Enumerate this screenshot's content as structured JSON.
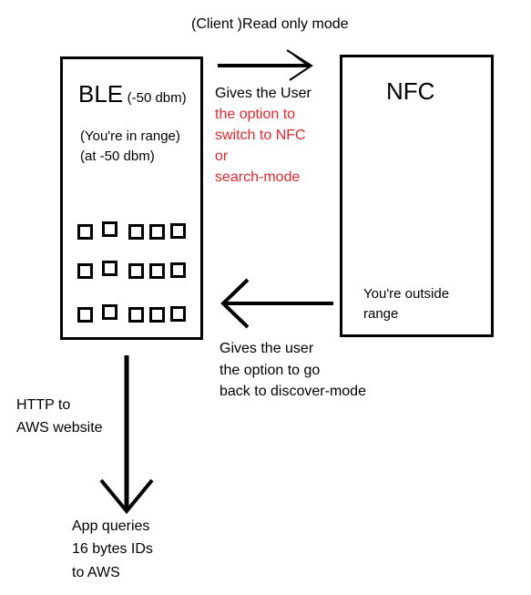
{
  "diagram": {
    "top_label": "(Client )Read only mode",
    "ble": {
      "title": "BLE",
      "signal": "(-50 dbm)",
      "status_line1": "(You're in range)",
      "status_line2": "(at -50 dbm)"
    },
    "nfc": {
      "title": "NFC",
      "status_line1": "You're outside",
      "status_line2": "range"
    },
    "right_arrow_note": {
      "line1": "Gives the User",
      "line2": "the option to",
      "line3": "switch to NFC",
      "line4": "or",
      "line5": "search-mode"
    },
    "left_arrow_note": {
      "line1": "Gives the user",
      "line2": "the option to go",
      "line3": "back to discover-mode"
    },
    "down_arrow_label": {
      "line1": "HTTP to",
      "line2": "AWS website"
    },
    "bottom_note": {
      "line1": "App queries",
      "line2": "16 bytes IDs",
      "line3": "to AWS"
    }
  },
  "colors": {
    "highlight": "#e8262b",
    "ink": "#000000"
  }
}
